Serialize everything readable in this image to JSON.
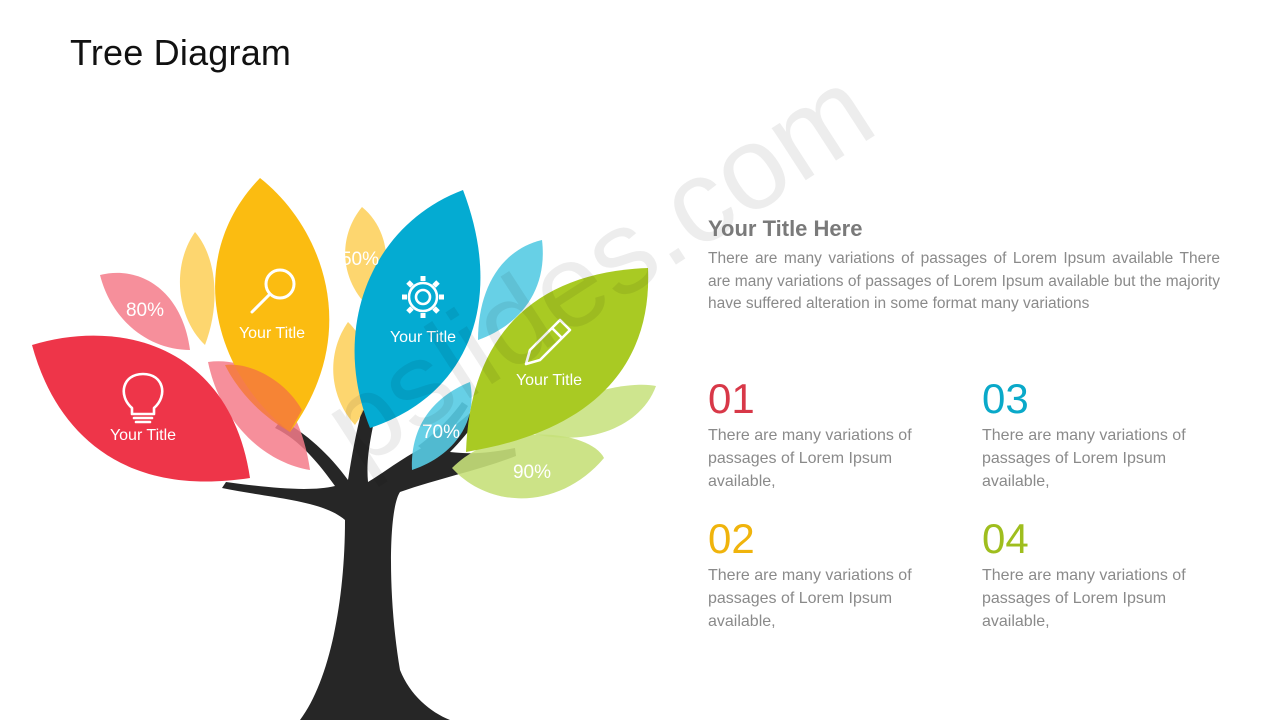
{
  "slide": {
    "title": "Tree Diagram"
  },
  "watermark": "pslides.com",
  "colors": {
    "red": "#ee3549",
    "pink": "#f47b8a",
    "yellow": "#fbbc11",
    "light_yellow": "#fdd25f",
    "blue": "#04abd2",
    "light_blue": "#57cbe3",
    "green": "#a9ca23",
    "light_green": "#c6e07a",
    "trunk": "#262626",
    "text_gray": "#8a8a8a"
  },
  "leaves": [
    {
      "label": "Your Title",
      "icon": "lightbulb-icon",
      "color": "red"
    },
    {
      "label": "Your Title",
      "icon": "magnifier-icon",
      "color": "yellow"
    },
    {
      "label": "Your Title",
      "icon": "gear-icon",
      "color": "blue"
    },
    {
      "label": "Your Title",
      "icon": "pencil-icon",
      "color": "green"
    }
  ],
  "percentages": [
    {
      "value": "80%",
      "color": "pink"
    },
    {
      "value": "50%",
      "color": "light_yellow"
    },
    {
      "value": "70%",
      "color": "light_blue"
    },
    {
      "value": "90%",
      "color": "light_green"
    }
  ],
  "intro": {
    "title": "Your Title Here",
    "body": "There are many variations of passages of Lorem Ipsum available There are many variations of passages of Lorem Ipsum available but the majority have suffered alteration in some format many variations"
  },
  "points": [
    {
      "number": "01",
      "text": "There are many variations of passages of Lorem Ipsum available,",
      "color": "#d83848"
    },
    {
      "number": "02",
      "text": "There are many variations of passages of Lorem Ipsum available,",
      "color": "#f0b40c"
    },
    {
      "number": "03",
      "text": "There are many variations of passages of Lorem Ipsum available,",
      "color": "#0aa9c9"
    },
    {
      "number": "04",
      "text": "There are many variations of passages of Lorem Ipsum available,",
      "color": "#9fbe1e"
    }
  ]
}
